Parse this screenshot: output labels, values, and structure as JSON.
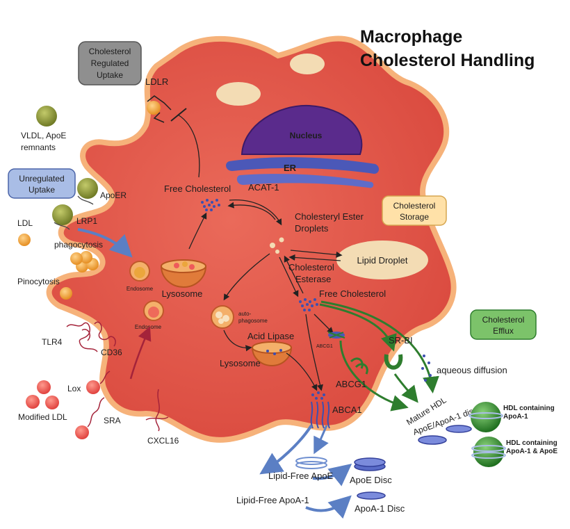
{
  "title": {
    "line1": "Macrophage",
    "line2": "Cholesterol Handling"
  },
  "boxes": {
    "regulated": {
      "lines": [
        "Cholesterol",
        "Regulated",
        "Uptake"
      ],
      "color": "#8f8f8f"
    },
    "unregulated": {
      "lines": [
        "Unregulated",
        "Uptake"
      ],
      "color": "#a9bde6"
    },
    "storage": {
      "lines": [
        "Cholesterol",
        "Storage"
      ],
      "color": "#ffe1a8"
    },
    "efflux": {
      "lines": [
        "Cholesterol",
        "Efflux"
      ],
      "color": "#7cc36a"
    }
  },
  "organelles": {
    "nucleus": "Nucleus",
    "er": "ER"
  },
  "labels": {
    "ldlr": "LDLR",
    "vldl": [
      "VLDL, ApoE",
      "remnants"
    ],
    "apoer": "ApoER",
    "lrp1": "LRP1",
    "ldl": "LDL",
    "phagocytosis": "phagocytosis",
    "pinocytosis": "Pinocytosis",
    "endosome1": "Endosome",
    "endosome2": "Endosome",
    "lysosome1": "Lysosome",
    "free_chol_top": "Free Cholesterol",
    "acat": "ACAT-1",
    "ce_droplets": [
      "Cholesteryl Ester",
      "Droplets"
    ],
    "lipid_droplet": "Lipid Droplet",
    "chol_esterase": [
      "Cholesterol",
      "Esterase"
    ],
    "free_chol_bottom": "Free Cholesterol",
    "autophagosome": [
      "auto-",
      "phagosome"
    ],
    "acid_lipase": "Acid Lipase",
    "lysosome2": "Lysosome",
    "abcg1_small": "ABCG1",
    "srbi": "SR-BI",
    "aqueous": "aqueous diffusion",
    "abcg1": "ABCG1",
    "abca1": "ABCA1",
    "mature_hdl": [
      "Mature HDL",
      "ApoE/ApoA-1 discs"
    ],
    "hdl_a1": [
      "HDL containing",
      "ApoA-1"
    ],
    "hdl_a1e": [
      "HDL containing",
      "ApoA-1 & ApoE"
    ],
    "tlr4": "TLR4",
    "cd36": "CD36",
    "lox": "Lox",
    "modified_ldl": "Modified LDL",
    "sra": "SRA",
    "cxcl16": "CXCL16",
    "lipid_free_apoe": "Lipid-Free ApoE",
    "apoe_disc": "ApoE Disc",
    "lipid_free_apoa1": "Lipid-Free ApoA-1",
    "apoa1_disc": "ApoA-1 Disc"
  },
  "colors": {
    "cell_fill": "#e2584a",
    "cell_outline": "#f6b27a",
    "nucleus": "#5a2b8c",
    "er": "#4b58b8",
    "lipid": "#f3dcb4",
    "arrow_blue": "#5b7fc4",
    "arrow_green": "#2e7d2e",
    "arrow_red": "#a4233a",
    "ldl": "#eba63c",
    "vldl": "#8d9a3c",
    "modified_ldl": "#ee5a5a",
    "hdl": "#3f9b3f"
  }
}
